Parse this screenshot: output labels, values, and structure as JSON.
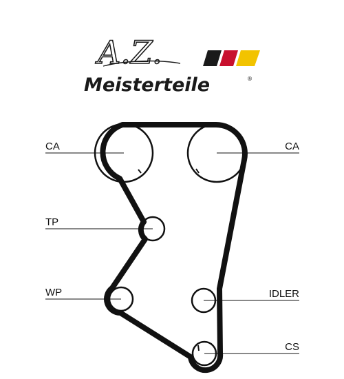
{
  "logo": {
    "script_text": "A.Z.",
    "brand_name": "Meisterteile",
    "registered_mark": "®",
    "flag_colors": [
      "#1a1a1a",
      "#c8102e",
      "#f2c300"
    ]
  },
  "diagram": {
    "belt_color": "#111111",
    "labels": {
      "ca_left": "CA",
      "ca_right": "CA",
      "tp": "TP",
      "wp": "WP",
      "idler": "IDLER",
      "cs": "CS"
    }
  }
}
